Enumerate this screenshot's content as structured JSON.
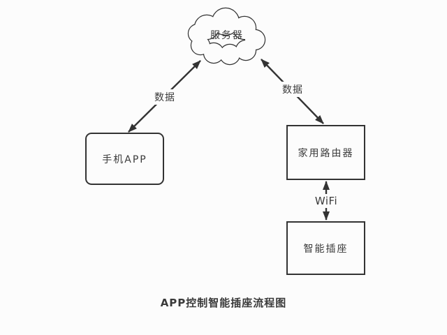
{
  "diagram": {
    "title": "APP控制智能插座流程图",
    "nodes": {
      "server": {
        "label": "服务器",
        "shape": "cloud"
      },
      "phone_app": {
        "label": "手机APP",
        "shape": "rounded-rect"
      },
      "router": {
        "label": "家用路由器",
        "shape": "rect"
      },
      "smart_socket": {
        "label": "智能插座",
        "shape": "rect"
      }
    },
    "edges": {
      "phone_server": {
        "label": "数据",
        "direction": "bidirectional"
      },
      "server_router": {
        "label": "数据",
        "direction": "bidirectional"
      },
      "router_socket": {
        "label": "WiFi",
        "direction": "bidirectional"
      }
    },
    "colors": {
      "stroke": "#333333",
      "text": "#3a3a3a",
      "background": "#fcfcfc"
    }
  }
}
